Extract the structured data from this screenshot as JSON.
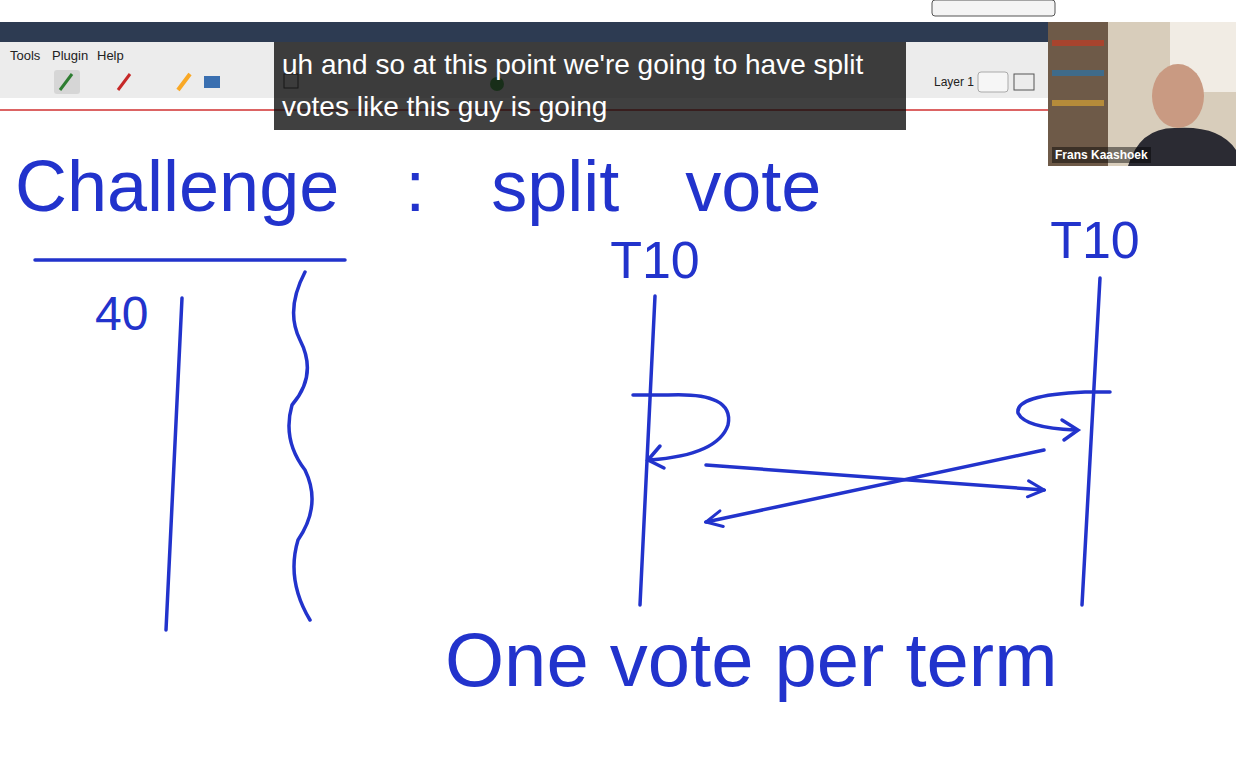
{
  "diagram": {
    "title": "Challenge : split vote",
    "caption": "uh and so at this point we're going to have split votes like this guy is going",
    "nodes": [
      {
        "text": [
          "T10"
        ]
      },
      {
        "text": [
          "T10"
        ]
      }
    ],
    "edges": [
      {
        "from": 0,
        "to": 1,
        "arrow": "to"
      },
      {
        "from": 1,
        "to": 0,
        "arrow": "to"
      }
    ],
    "labels": [
      "40",
      "One vote per term",
      "Tools",
      "Plugin",
      "Help",
      "Layer 1",
      "Frans Kaashoek"
    ]
  }
}
